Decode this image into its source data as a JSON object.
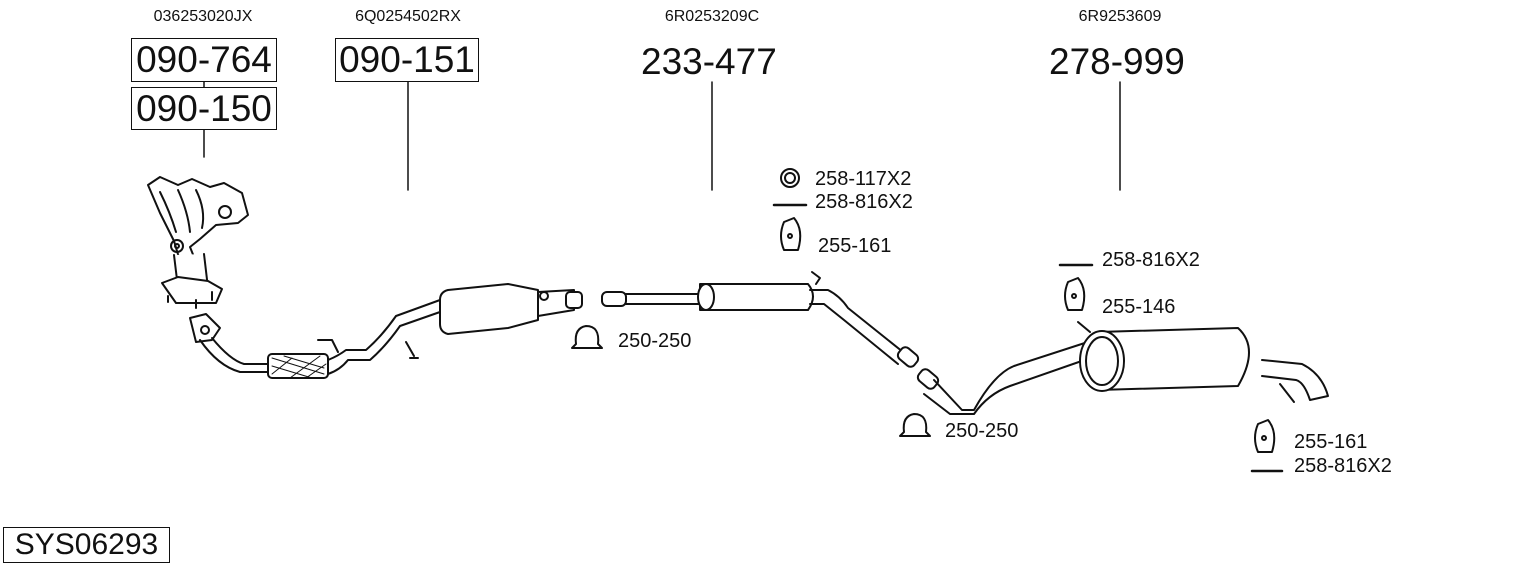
{
  "system_id": "SYS06293",
  "oem_numbers": [
    "036253020JX",
    "6Q0254502RX",
    "6R0253209C",
    "6R9253609"
  ],
  "main_parts": {
    "manifold_cat_1": "090-764",
    "manifold_cat_2": "090-150",
    "front_cat": "090-151",
    "middle_silencer": "233-477",
    "rear_silencer": "278-999"
  },
  "accessories": [
    {
      "id": "ring",
      "label": "258-117X2"
    },
    {
      "id": "bolt1",
      "label": "258-816X2"
    },
    {
      "id": "hanger1",
      "label": "255-161"
    },
    {
      "id": "clamp1",
      "label": "250-250"
    },
    {
      "id": "bolt2",
      "label": "258-816X2"
    },
    {
      "id": "hanger2",
      "label": "255-146"
    },
    {
      "id": "clamp2",
      "label": "250-250"
    },
    {
      "id": "hanger3",
      "label": "255-161"
    },
    {
      "id": "bolt3",
      "label": "258-816X2"
    }
  ]
}
